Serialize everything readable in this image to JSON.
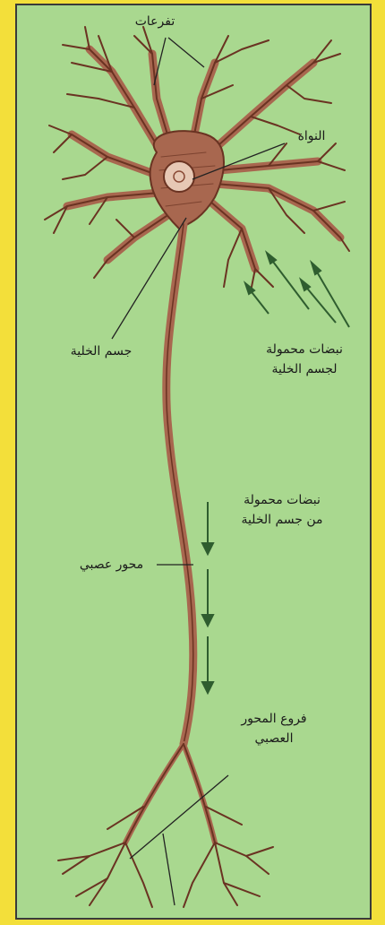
{
  "colors": {
    "outer_yellow": "#f3df3a",
    "panel_green": "#a9d88f",
    "panel_border": "#3a3a3a",
    "neuron_fill": "#a8674f",
    "neuron_stroke": "#6a3322",
    "arrow": "#2f5d2f",
    "leader": "#222222"
  },
  "labels": {
    "dendrites": "تفرعات",
    "nucleus": "النواة",
    "cell_body": "جسم الخلية",
    "impulses_to_body": "نبضات محمولة\nلجسم الخلية",
    "impulses_from_body": "نبضات محمولة\nمن جسم الخلية",
    "axon": "محور عصبي",
    "axon_branches": "فروع المحور\nالعصبي"
  }
}
